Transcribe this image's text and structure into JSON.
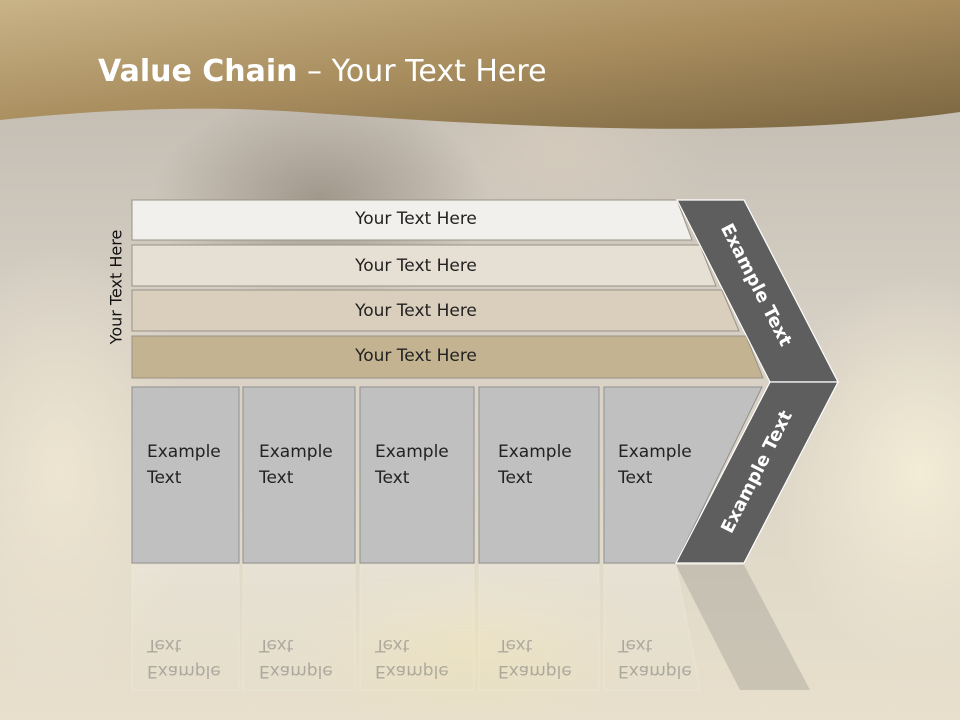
{
  "title": {
    "bold": "Value Chain",
    "rest": " – Your Text Here"
  },
  "side_label": "Your Text Here",
  "bars": [
    {
      "label": "Your Text Here"
    },
    {
      "label": "Your Text Here"
    },
    {
      "label": "Your Text Here"
    },
    {
      "label": "Your Text Here"
    }
  ],
  "boxes": [
    {
      "label": "Example\nText"
    },
    {
      "label": "Example\nText"
    },
    {
      "label": "Example\nText"
    },
    {
      "label": "Example\nText"
    },
    {
      "label": "Example\nText"
    }
  ],
  "chevron": {
    "top_label": "Example Text",
    "bottom_label": "Example Text"
  },
  "colors": {
    "header_gold": "#9c8256",
    "bar_1": "#f2f0ec",
    "bar_2": "#e6dfd3",
    "bar_3": "#dacfbc",
    "bar_4": "#c4b391",
    "box_gray": "#c0c0c0",
    "chevron_gray": "#5e5e5e"
  }
}
